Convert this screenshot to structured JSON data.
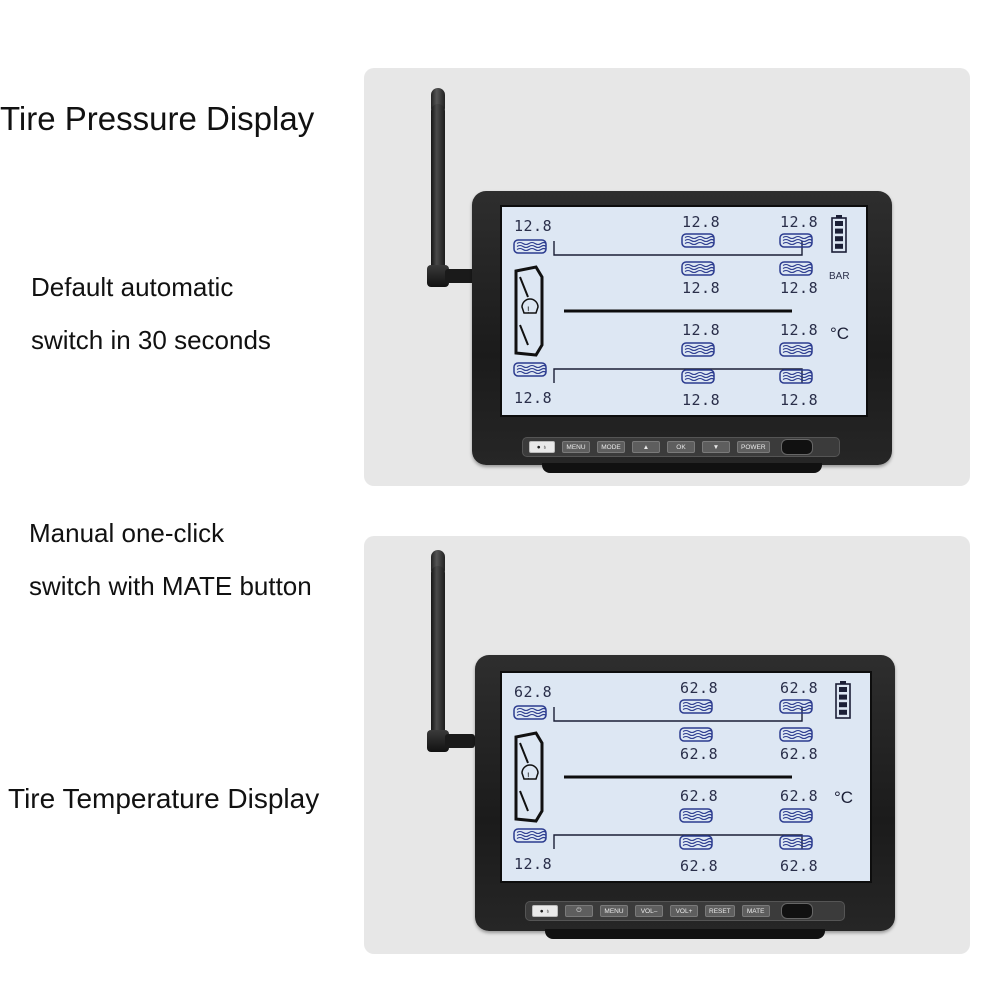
{
  "captions": {
    "pressure_title": "Tire Pressure Display",
    "auto_line1": "Default automatic",
    "auto_line2": "switch in 30 seconds",
    "manual_line1": "Manual one-click",
    "manual_line2": "switch with MATE button",
    "temperature_title": "Tire Temperature Display"
  },
  "top_device": {
    "readings": {
      "left_top": "12.8",
      "left_bottom": "12.8",
      "mid": [
        "12.8",
        "12.8",
        "12.8",
        "12.8"
      ],
      "right": [
        "12.8",
        "12.8",
        "12.8",
        "12.8"
      ]
    },
    "units": {
      "pressure": "BAR",
      "temp": "°C"
    },
    "buttons": [
      "MENU",
      "MODE",
      "▲",
      "OK",
      "▼",
      "POWER"
    ],
    "mic_label": "● ♁"
  },
  "bottom_device": {
    "readings": {
      "left_top": "62.8",
      "left_bottom": "12.8",
      "mid": [
        "62.8",
        "62.8",
        "62.8",
        "62.8"
      ],
      "right": [
        "62.8",
        "62.8",
        "62.8",
        "62.8"
      ]
    },
    "units": {
      "temp": "°C"
    },
    "buttons": [
      "⏻",
      "MENU",
      "VOL–",
      "VOL+",
      "RESET",
      "MATE"
    ],
    "mic_label": "● ♁"
  },
  "colors": {
    "lcd_bg": "#dde7f3",
    "lcd_ink": "#2a2f4a",
    "tire_ink": "#2b3b8f",
    "panel": "#e7e7e7"
  }
}
